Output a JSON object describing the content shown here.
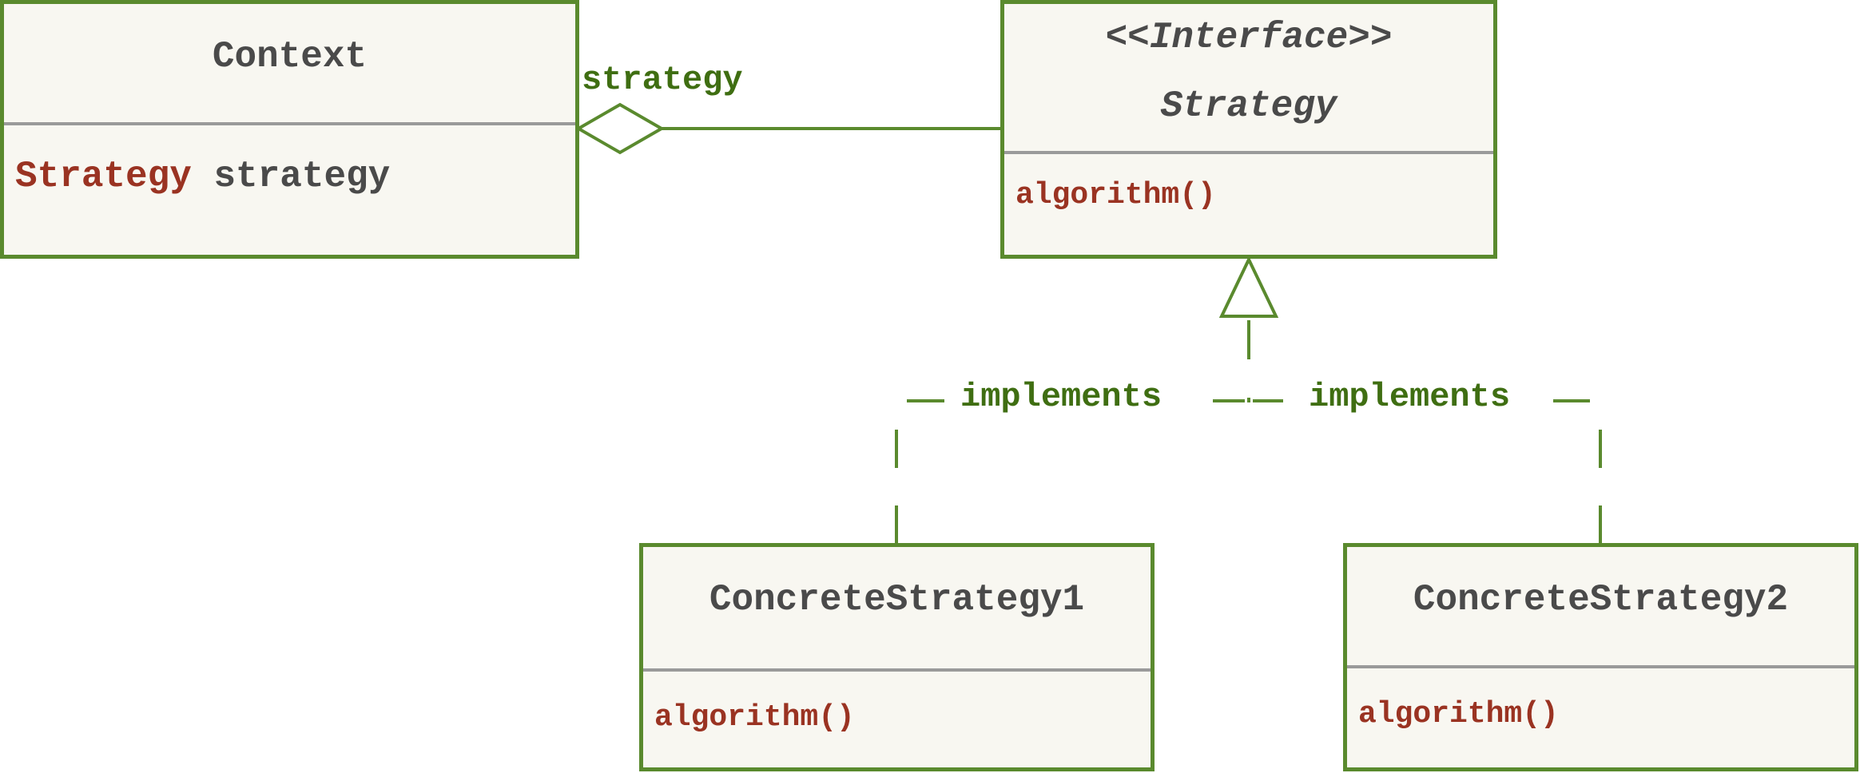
{
  "colors": {
    "border": "#5a8a2e",
    "box_fill": "#f8f7f1",
    "name_text": "#4a4a4a",
    "type_text": "#9a3322",
    "label_text": "#3f6e12",
    "divider": "#9a9a9a"
  },
  "context": {
    "name": "Context",
    "field_type": "Strategy",
    "field_name": "strategy"
  },
  "strategy_interface": {
    "stereotype": "<<Interface>>",
    "name": "Strategy",
    "method": "algorithm()"
  },
  "concrete1": {
    "name": "ConcreteStrategy1",
    "method": "algorithm()"
  },
  "concrete2": {
    "name": "ConcreteStrategy2",
    "method": "algorithm()"
  },
  "edges": {
    "aggregation_label": "strategy",
    "implements_left_label": "implements",
    "implements_right_label": "implements"
  }
}
